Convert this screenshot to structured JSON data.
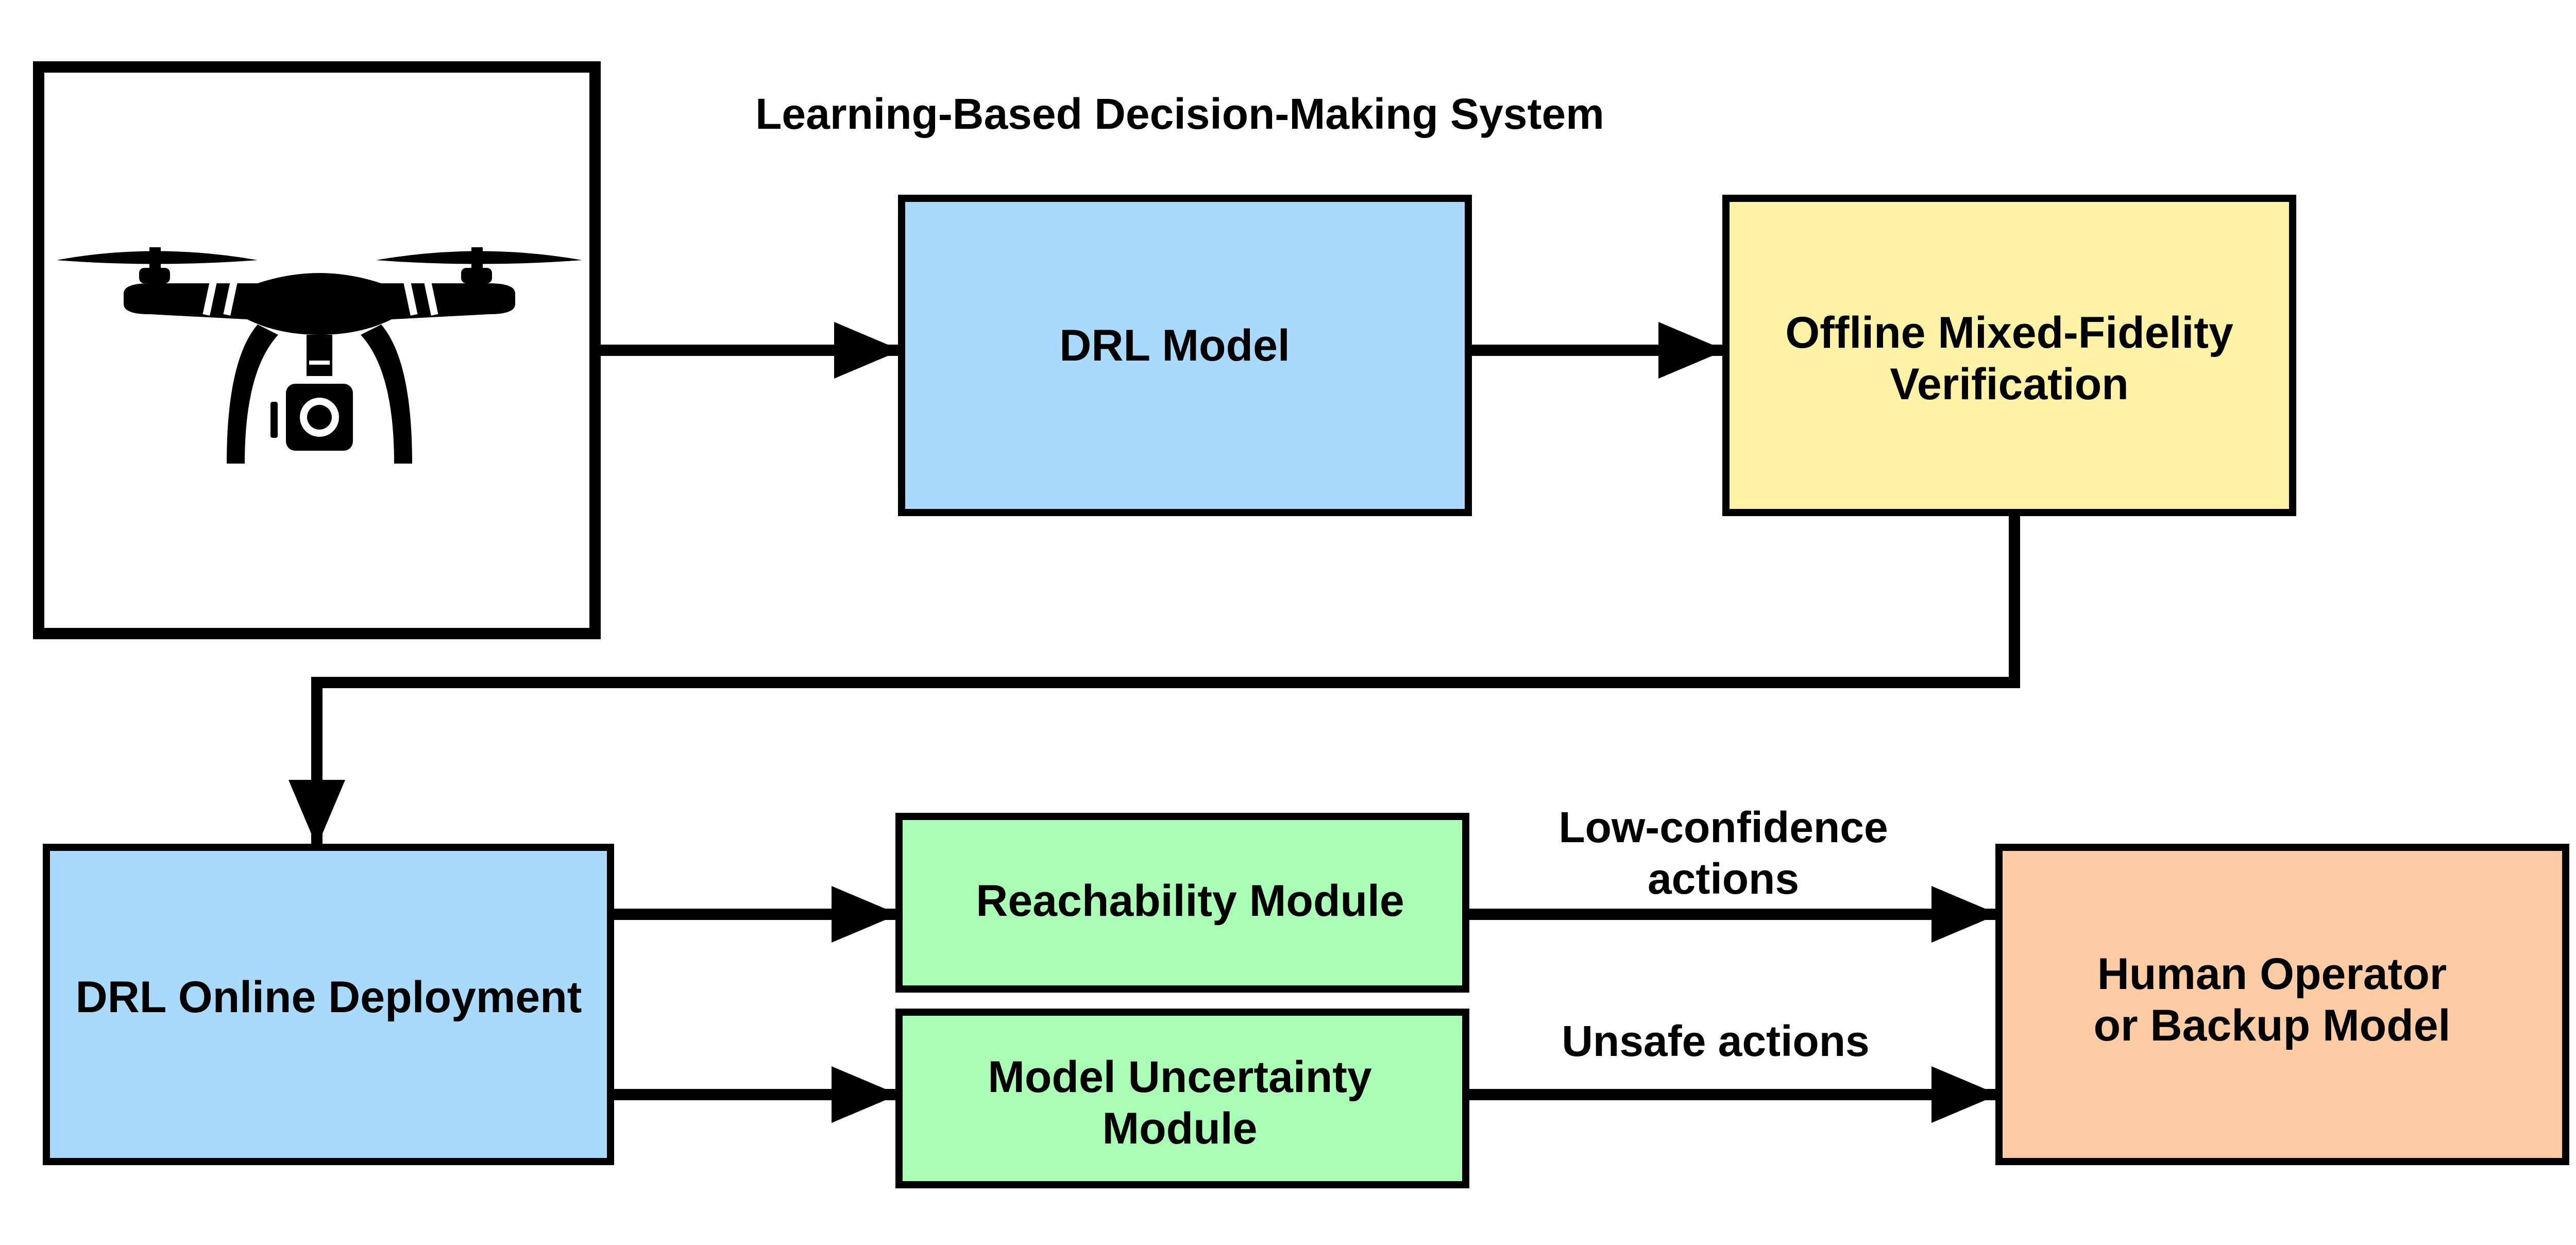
{
  "title": "Learning-Based Decision-Making System",
  "colors": {
    "blue": "#a9d9fb",
    "yellow": "#fdf2a6",
    "green": "#a9fdb4",
    "orange": "#fdcba4",
    "stroke": "#000000",
    "background": "#ffffff"
  },
  "drone_image": {
    "icon": "drone-icon"
  },
  "nodes": {
    "drl_model": {
      "label": "DRL Model"
    },
    "offline_verification": {
      "line1": "Offline Mixed-Fidelity",
      "line2": "Verification"
    },
    "drl_online": {
      "label": "DRL Online Deployment"
    },
    "reachability": {
      "label": "Reachability Module"
    },
    "uncertainty": {
      "line1": "Model Uncertainty",
      "line2": "Module"
    },
    "human_operator": {
      "line1": "Human Operator",
      "line2": "or Backup Model"
    }
  },
  "edge_labels": {
    "low_confidence": {
      "line1": "Low-confidence",
      "line2": "actions"
    },
    "unsafe": "Unsafe actions"
  }
}
